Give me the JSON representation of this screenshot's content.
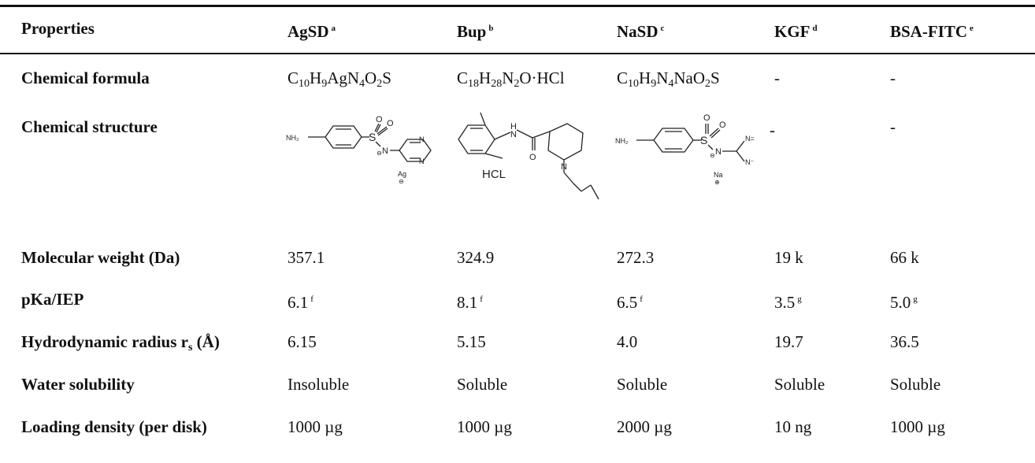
{
  "headers": [
    {
      "label": "Properties",
      "fn": ""
    },
    {
      "label": "AgSD",
      "fn": "a"
    },
    {
      "label": "Bup",
      "fn": "b"
    },
    {
      "label": "NaSD",
      "fn": "c"
    },
    {
      "label": "KGF",
      "fn": "d"
    },
    {
      "label": "BSA-FITC",
      "fn": "e"
    }
  ],
  "formula_row": {
    "label": "Chemical formula",
    "agsd": [
      "C",
      "10",
      "H",
      "9",
      "AgN",
      "4",
      "O",
      "2",
      "S"
    ],
    "bup": [
      "C",
      "18",
      "H",
      "28",
      "N",
      "2",
      "O·HCl"
    ],
    "nasd": [
      "C",
      "10",
      "H",
      "9",
      "N",
      "4",
      "NaO",
      "2",
      "S"
    ],
    "kgf": "-",
    "bsa": "-"
  },
  "structure_row": {
    "label": "Chemical structure",
    "agsd_labels": {
      "nh2": "NH₂",
      "s": "S",
      "o": "O",
      "n": "N",
      "ag": "Ag",
      "minus": "⊖"
    },
    "bup_labels": {
      "h": "H",
      "n": "N",
      "o": "O",
      "hcl": "HCL"
    },
    "nasd_labels": {
      "nh2": "NH₂",
      "s": "S",
      "o": "O",
      "n": "N",
      "n_eq": "N=",
      "n_minus": "N⁻",
      "na": "Na",
      "plus": "⊕",
      "minus": "⊖"
    },
    "kgf": "-",
    "bsa": "-"
  },
  "rows": [
    {
      "label": "Molecular weight (Da)",
      "values": [
        {
          "v": "357.1",
          "fn": ""
        },
        {
          "v": "324.9",
          "fn": ""
        },
        {
          "v": "272.3",
          "fn": ""
        },
        {
          "v": "19 k",
          "fn": ""
        },
        {
          "v": "66 k",
          "fn": ""
        }
      ]
    },
    {
      "label": "pKa/IEP",
      "values": [
        {
          "v": "6.1",
          "fn": "f"
        },
        {
          "v": "8.1",
          "fn": "f"
        },
        {
          "v": "6.5",
          "fn": "f"
        },
        {
          "v": "3.5",
          "fn": "g"
        },
        {
          "v": "5.0",
          "fn": "g"
        }
      ]
    },
    {
      "label": "Hydrodynamic radius r",
      "label_sub": "s",
      "label_tail": " (Å)",
      "values": [
        {
          "v": "6.15",
          "fn": ""
        },
        {
          "v": "5.15",
          "fn": ""
        },
        {
          "v": "4.0",
          "fn": ""
        },
        {
          "v": "19.7",
          "fn": ""
        },
        {
          "v": "36.5",
          "fn": ""
        }
      ]
    },
    {
      "label": "Water solubility",
      "values": [
        {
          "v": "Insoluble",
          "fn": ""
        },
        {
          "v": "Soluble",
          "fn": ""
        },
        {
          "v": "Soluble",
          "fn": ""
        },
        {
          "v": "Soluble",
          "fn": ""
        },
        {
          "v": "Soluble",
          "fn": ""
        }
      ]
    },
    {
      "label": "Loading density (per disk)",
      "values": [
        {
          "v": "1000 µg",
          "fn": ""
        },
        {
          "v": "1000 µg",
          "fn": ""
        },
        {
          "v": "2000 µg",
          "fn": ""
        },
        {
          "v": "10 ng",
          "fn": ""
        },
        {
          "v": "1000 µg",
          "fn": ""
        }
      ]
    }
  ]
}
